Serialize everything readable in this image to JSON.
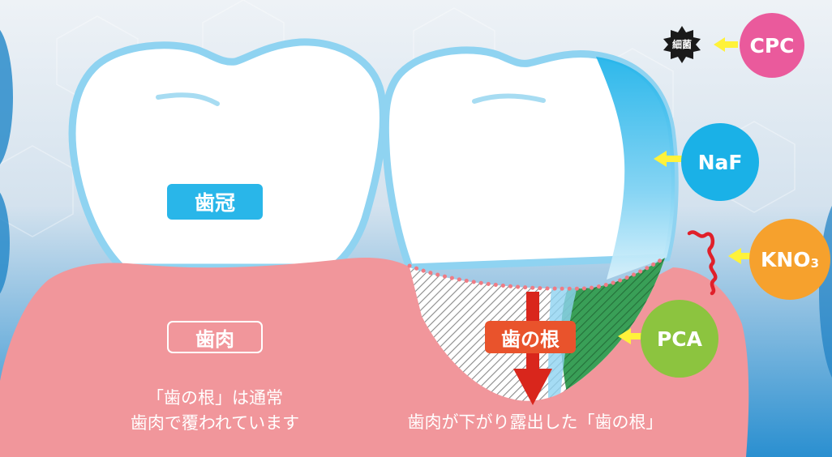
{
  "labels": {
    "crown": "歯冠",
    "gum": "歯肉",
    "root": "歯の根",
    "caption_left_line1": "「歯の根」は通常",
    "caption_left_line2": "歯肉で覆われています",
    "caption_right": "歯肉が下がり露出した「歯の根」"
  },
  "ingredients": {
    "bacteria": "細菌",
    "cpc": "CPC",
    "naf": "NaF",
    "kno3_prefix": "KNO",
    "kno3_sub": "3",
    "pca": "PCA"
  },
  "colors": {
    "bg_top": "#e8edf3",
    "bg_bottom": "#2a8fd0",
    "gum": "#f1969b",
    "tooth_outline": "#8fd3f1",
    "crown_tag": "#29b6e9",
    "root_tag": "#e9532c",
    "arrow_red": "#d9261c",
    "arrow_yellow": "#fff23a",
    "cpc": "#ea5a9c",
    "naf": "#1ab1e7",
    "kno3": "#f6a12d",
    "pca": "#8cc43f",
    "bacteria": "#1a1a1a"
  }
}
